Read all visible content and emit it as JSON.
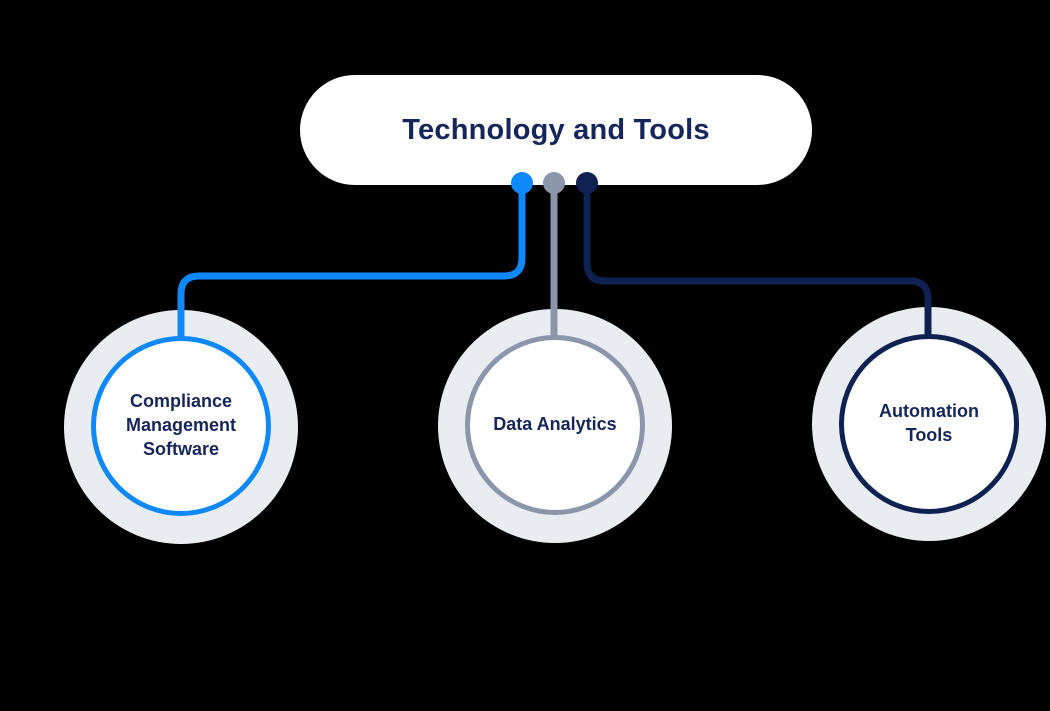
{
  "title": "Technology and Tools",
  "canvas": {
    "background": "#000000"
  },
  "pill": {
    "fill": "#ffffff",
    "text_color": "#17265a"
  },
  "nodes": [
    {
      "id": "compliance-management-software",
      "label": "Compliance Management Software",
      "accent": "#0f88fb"
    },
    {
      "id": "data-analytics",
      "label": "Data Analytics",
      "accent": "#8b96ab"
    },
    {
      "id": "automation-tools",
      "label": "Automation Tools",
      "accent": "#0e2151"
    }
  ],
  "styles": {
    "halo_color": "#e9edf1",
    "node_fill": "#ffffff",
    "label_color": "#17265a",
    "connector_width": "7"
  }
}
